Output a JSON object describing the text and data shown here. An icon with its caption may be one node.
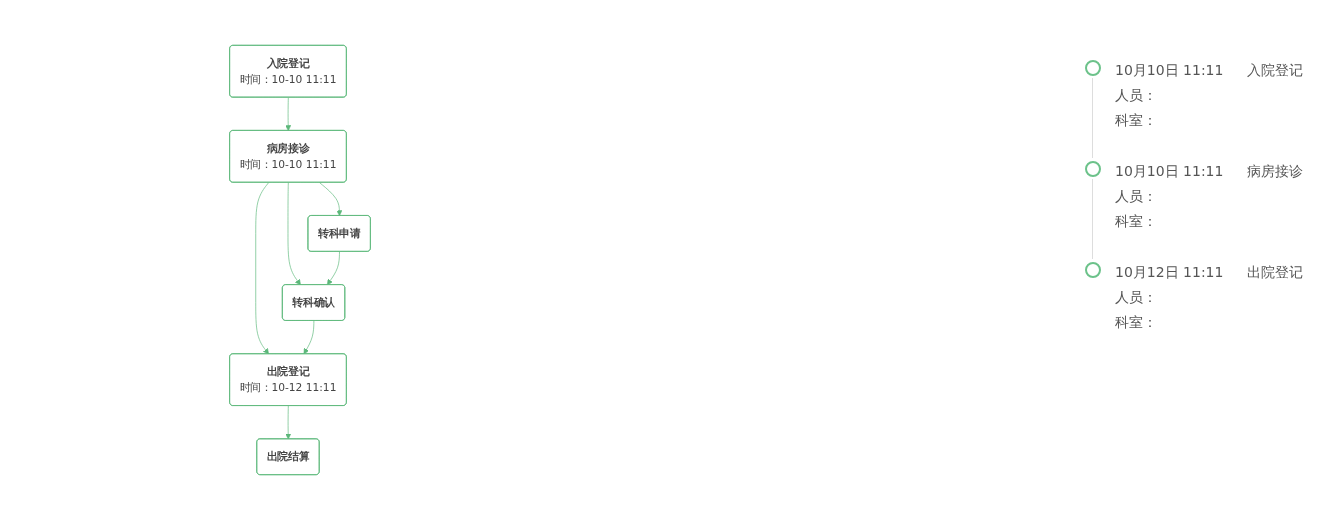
{
  "diagram": {
    "nodes": [
      {
        "text": [
          "入院登记",
          "时间：10-10 11:11"
        ]
      },
      {
        "text": [
          "病房接诊",
          "时间：10-10 11:11"
        ]
      },
      {
        "text": [
          "转科申请"
        ]
      },
      {
        "text": [
          "转科确认"
        ]
      },
      {
        "text": [
          "出院登记",
          "时间：10-12 11:11"
        ]
      },
      {
        "text": [
          "出院结算"
        ]
      }
    ],
    "edges": [
      {
        "from": 0,
        "to": 1,
        "arrow": "to"
      },
      {
        "from": 1,
        "to": 2,
        "arrow": "to"
      },
      {
        "from": 1,
        "to": 3,
        "arrow": "to"
      },
      {
        "from": 1,
        "to": 4,
        "arrow": "to"
      },
      {
        "from": 2,
        "to": 3,
        "arrow": "to"
      },
      {
        "from": 3,
        "to": 4,
        "arrow": "to"
      },
      {
        "from": 4,
        "to": 5,
        "arrow": "to"
      }
    ],
    "labels": [
      "10月10日 11:11",
      "入院登记",
      "人员：",
      "科室：",
      "10月10日 11:11",
      "病房接诊",
      "人员：",
      "科室：",
      "10月12日 11:11",
      "出院登记",
      "人员：",
      "科室："
    ]
  }
}
